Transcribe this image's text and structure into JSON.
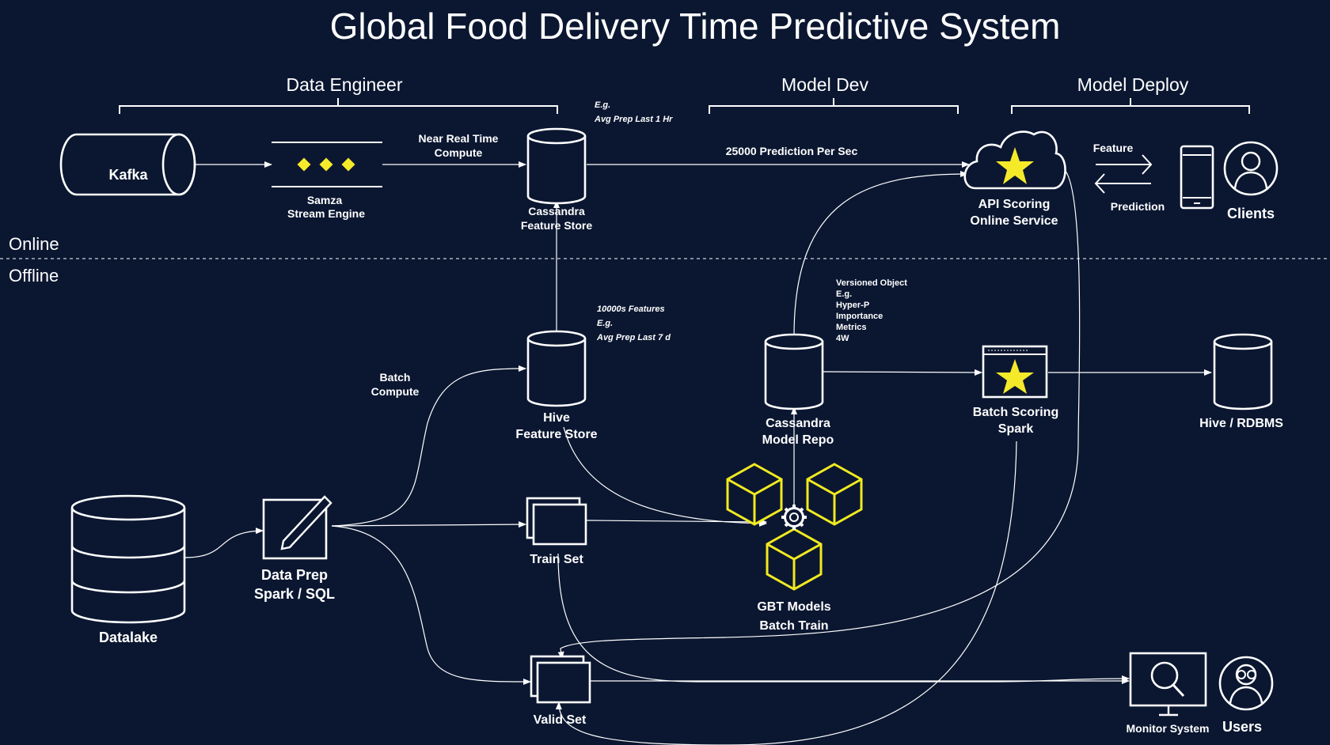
{
  "title": "Global Food Delivery Time Predictive System",
  "sections": {
    "data_engineer": "Data Engineer",
    "model_dev": "Model Dev",
    "model_deploy": "Model Deploy"
  },
  "zones": {
    "online": "Online",
    "offline": "Offline"
  },
  "nodes": {
    "kafka": "Kafka",
    "samza": [
      "Samza",
      "Stream Engine"
    ],
    "cassandra_feature_store": [
      "Cassandra",
      "Feature Store"
    ],
    "api_scoring": [
      "API Scoring",
      "Online Service"
    ],
    "clients": "Clients",
    "hive_feature_store": [
      "Hive",
      "Feature Store"
    ],
    "cassandra_model_repo": [
      "Cassandra",
      "Model Repo"
    ],
    "batch_scoring": [
      "Batch Scoring",
      "Spark"
    ],
    "hive_rdbms": "Hive / RDBMS",
    "datalake": "Datalake",
    "data_prep": [
      "Data Prep",
      "Spark / SQL"
    ],
    "train_set": "Train Set",
    "gbt_models": [
      "GBT Models",
      "Batch Train"
    ],
    "valid_set": "Valid Set",
    "monitor_system": "Monitor System",
    "users": "Users"
  },
  "annotations": {
    "near_real_time": [
      "Near Real Time",
      "Compute"
    ],
    "online_example": [
      "E.g.",
      "Avg Prep Last 1 Hr"
    ],
    "prediction_rate": "25000 Prediction Per Sec",
    "feature": "Feature",
    "prediction": "Prediction",
    "batch_compute": [
      "Batch",
      "Compute"
    ],
    "offline_features": [
      "10000s Features",
      "E.g.",
      "Avg Prep Last 7 d"
    ],
    "versioned_object": [
      "Versioned Object",
      "E.g.",
      "Hyper-P",
      "Importance",
      "Metrics",
      "4W"
    ]
  },
  "colors": {
    "background": "#0b1731",
    "line": "#ffffff",
    "accent": "#f1ea20"
  },
  "icons": [
    "database-icon",
    "cylinder-icon",
    "cloud-star-icon",
    "phone-icon",
    "user-icon",
    "window-star-icon",
    "pencil-icon",
    "cube-icon",
    "gear-icon",
    "stack-icon",
    "magnifier-icon",
    "user-goggles-icon"
  ]
}
